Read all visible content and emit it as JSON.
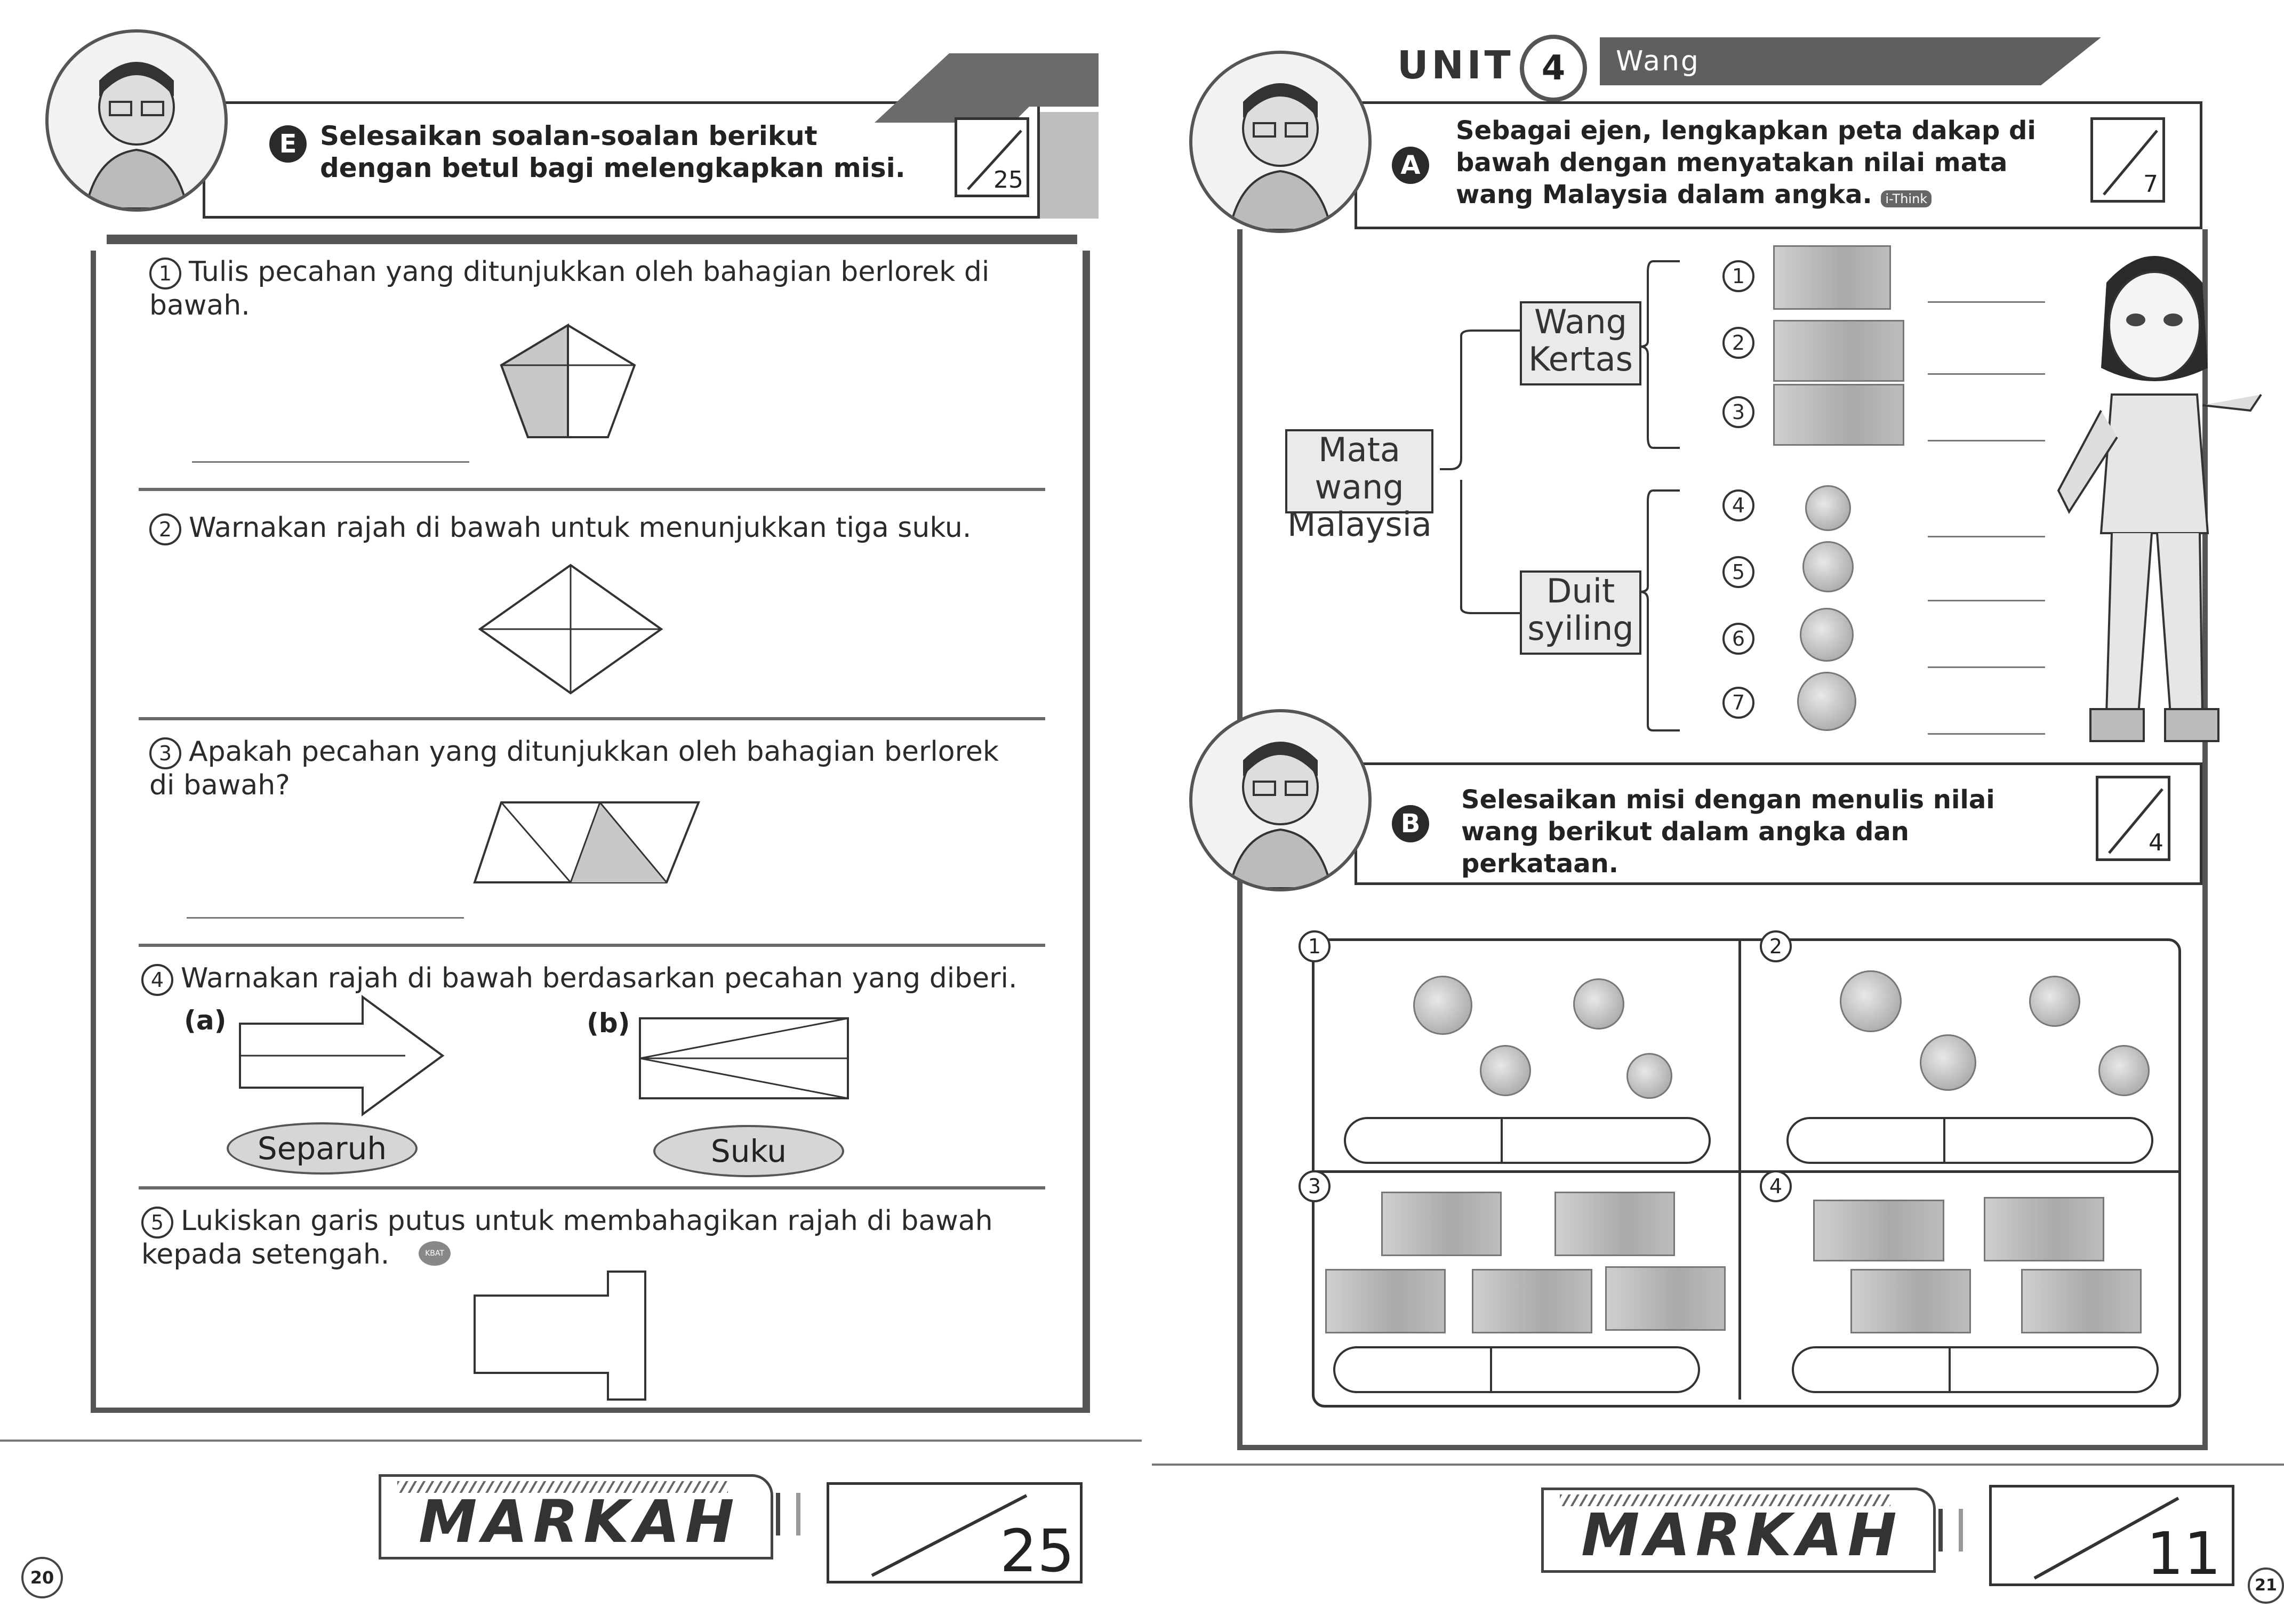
{
  "left_page": {
    "section_letter": "E",
    "instruction": "Selesaikan soalan-soalan berikut dengan betul bagi melengkapkan misi.",
    "section_score": "25",
    "questions": [
      {
        "num": "1",
        "text": "Tulis pecahan yang ditunjukkan oleh bahagian berlorek di bawah."
      },
      {
        "num": "2",
        "text": "Warnakan rajah di bawah untuk menunjukkan tiga suku."
      },
      {
        "num": "3",
        "text": "Apakah pecahan yang ditunjukkan oleh bahagian berlorek di bawah?"
      },
      {
        "num": "4",
        "text": "Warnakan rajah di bawah berdasarkan pecahan yang diberi."
      },
      {
        "num": "5",
        "text": "Lukiskan garis putus untuk membahagikan rajah di bawah kepada setengah."
      }
    ],
    "q4_a_label": "(a)",
    "q4_b_label": "(b)",
    "q4_a_pill": "Separuh",
    "q4_b_pill": "Suku",
    "kbat_badge": "KBAT",
    "markah_label": "MARKAH",
    "total_score": "25",
    "page_number": "20"
  },
  "right_page": {
    "unit_label": "UNIT",
    "unit_number": "4",
    "unit_title": "Wang",
    "section_a": {
      "letter": "A",
      "instruction": "Sebagai ejen, lengkapkan peta dakap di bawah dengan menyatakan nilai mata wang Malaysia dalam angka.",
      "badge": "i-Think",
      "score": "7",
      "root_label": "Mata wang Malaysia",
      "branch_1": "Wang Kertas",
      "branch_2": "Duit syiling",
      "items": [
        "1",
        "2",
        "3",
        "4",
        "5",
        "6",
        "7"
      ]
    },
    "section_b": {
      "letter": "B",
      "instruction": "Selesaikan misi dengan menulis nilai wang berikut dalam angka dan perkataan.",
      "score": "4",
      "panels": [
        "1",
        "2",
        "3",
        "4"
      ]
    },
    "markah_label": "MARKAH",
    "total_score": "11",
    "page_number": "21"
  }
}
